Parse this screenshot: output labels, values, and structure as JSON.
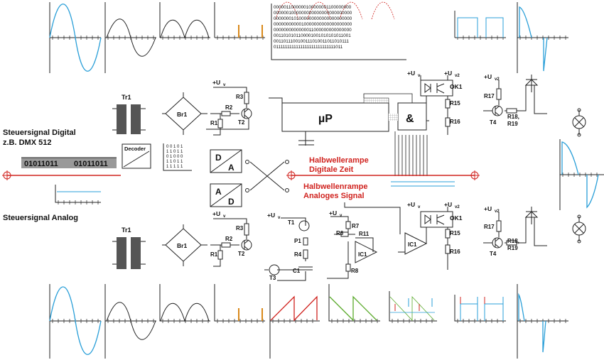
{
  "labels": {
    "digital_signal_line1": "Steuersignal Digital",
    "digital_signal_line2": "z.B. DMX 512",
    "analog_signal": "Steuersignal Analog",
    "digital_word_1": "01011011",
    "digital_word_2": "01011011",
    "decoder": "Decoder",
    "dac_top": "D",
    "dac_bottom": "A",
    "adc_top": "A",
    "adc_bottom": "D",
    "microprocessor": "µP",
    "and_gate": "&",
    "ramp_digital_line1": "Halbwellerampe",
    "ramp_digital_line2": "Digitale Zeit",
    "ramp_analog_line1": "Halbwellenrampe",
    "ramp_analog_line2": "Analoges Signal"
  },
  "components": {
    "tr1": "Tr1",
    "br1": "Br1",
    "r1": "R1",
    "r2": "R2",
    "r3": "R3",
    "t2": "T2",
    "uv": "+U",
    "uv_sub": "v",
    "uv2_sub": "v2",
    "ok1": "OK1",
    "r15": "R15",
    "r16": "R16",
    "r17": "R17",
    "r18_19_a": "R18,",
    "r18_19_b": "R19",
    "t4": "T4",
    "t1": "T1",
    "t3": "T3",
    "p1": "P1",
    "r4": "R4",
    "c1": "C1",
    "r6": "R6",
    "r7": "R7",
    "r8": "R8",
    "r11": "R11",
    "ic1": "IC1"
  },
  "bit_matrix_small": [
    "0 0 1 0 1",
    "1 1 0 1 1",
    "0 1 0 0 0",
    "1 1 0 1 1",
    "1 1 1 1 1"
  ],
  "bit_matrix_large": [
    "0000011000000100000001100000000",
    "0000001000000000000000000000000",
    "0000000101000000000000000000000",
    "0000000000010000000000000000000",
    "0000000000000011000000000000000",
    "0011010101100001001010101011001",
    "0011011100100111010011011010111",
    "0111111111111111111111111111011"
  ],
  "colors": {
    "signal_blue": "#2a9fd8",
    "axis_red": "#d0231f",
    "ramp_green": "#5aaa2b",
    "accent_orange": "#d9891b"
  }
}
